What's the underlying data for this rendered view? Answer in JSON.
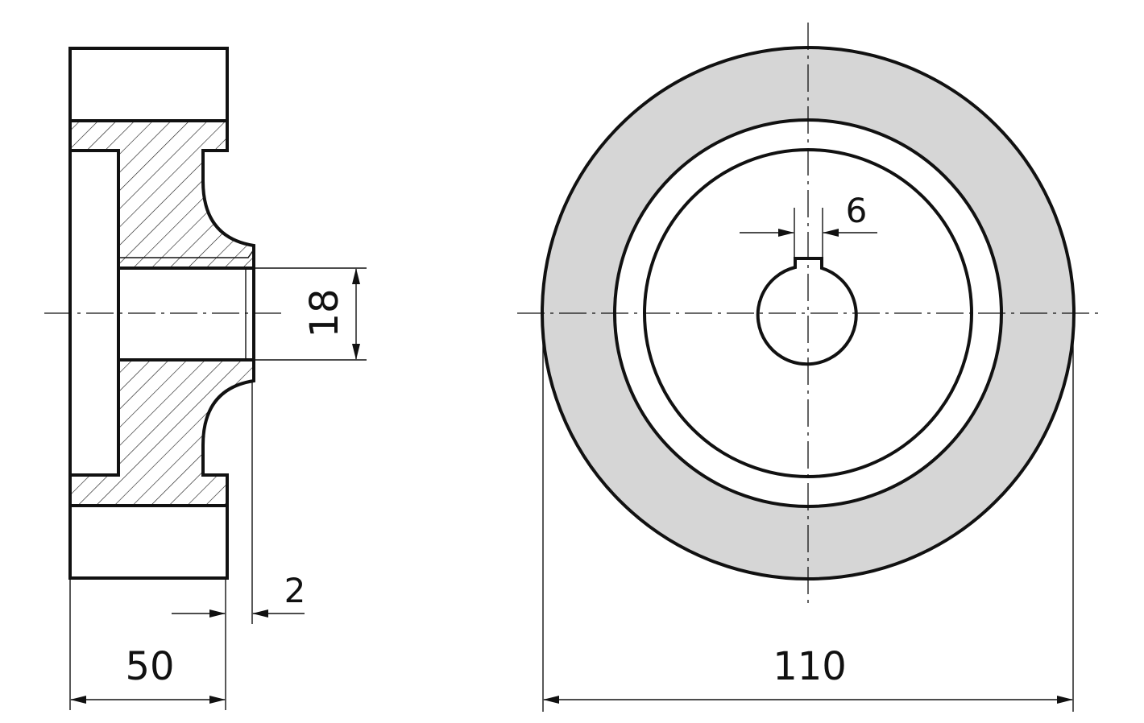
{
  "dimensions": {
    "width": "50",
    "bore": "18",
    "hub_offset": "2",
    "key_width": "6",
    "diameter": "110"
  },
  "colors": {
    "line": "#111111",
    "fill": "#d6d6d6",
    "background": "#ffffff"
  }
}
